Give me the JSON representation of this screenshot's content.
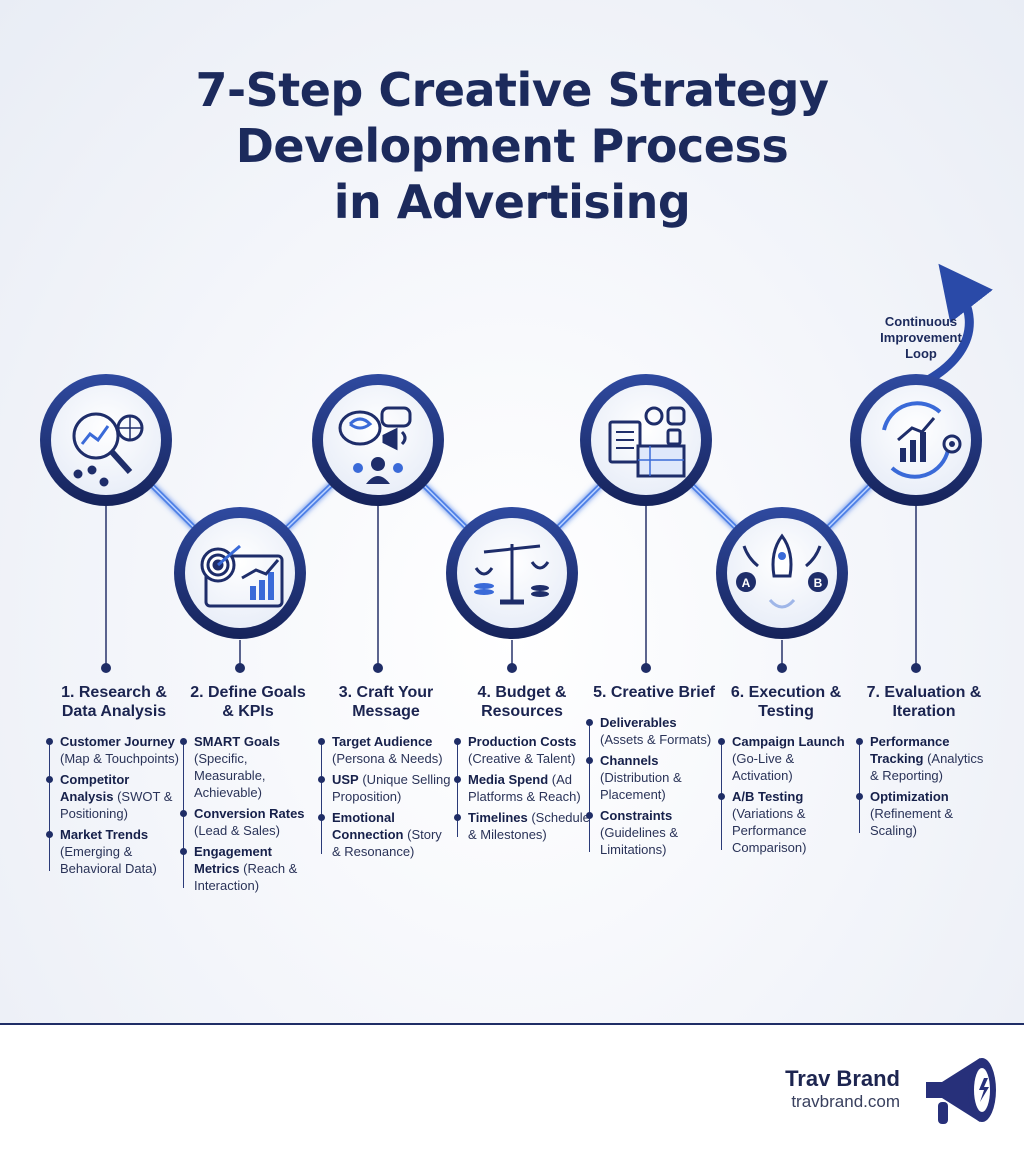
{
  "title": {
    "line1": "7-Step Creative Strategy",
    "line2": "Development Process",
    "line3": "in Advertising"
  },
  "loop_label": "Continuous Improvement Loop",
  "colors": {
    "navy": "#1c2a5c",
    "accent": "#3f6fd8",
    "glow": "#6ea3ff"
  },
  "steps": [
    {
      "title": "1. Research &\nData Analysis",
      "icon": "magnifier-globe-chart-icon",
      "items": [
        {
          "bold": "Customer Journey",
          "rest": " (Map & Touchpoints)"
        },
        {
          "bold": "Competitor Analysis",
          "rest": " (SWOT & Positioning)"
        },
        {
          "bold": "Market Trends",
          "rest": " (Emerging & Behavioral Data)"
        }
      ]
    },
    {
      "title": "2. Define Goals\n& KPIs",
      "icon": "target-dashboard-icon",
      "items": [
        {
          "bold": "SMART Goals",
          "rest": " (Specific, Measurable, Achievable)"
        },
        {
          "bold": "Conversion Rates",
          "rest": " (Lead & Sales)"
        },
        {
          "bold": "Engagement Metrics",
          "rest": " (Reach & Interaction)"
        }
      ]
    },
    {
      "title": "3. Craft Your\nMessage",
      "icon": "brain-megaphone-audience-icon",
      "items": [
        {
          "bold": "Target Audience",
          "rest": " (Persona & Needs)"
        },
        {
          "bold": "USP",
          "rest": " (Unique Selling Proposition)"
        },
        {
          "bold": "Emotional Connection",
          "rest": " (Story & Resonance)"
        }
      ]
    },
    {
      "title": "4. Budget &\nResources",
      "icon": "scale-coins-icon",
      "items": [
        {
          "bold": "Production Costs",
          "rest": " (Creative & Talent)"
        },
        {
          "bold": "Media Spend",
          "rest": " (Ad Platforms & Reach)"
        },
        {
          "bold": "Timelines",
          "rest": " (Schedule & Milestones)"
        }
      ]
    },
    {
      "title": "5. Creative Brief",
      "icon": "brief-blueprint-icon",
      "items": [
        {
          "bold": "Deliverables",
          "rest": " (Assets & Formats)"
        },
        {
          "bold": "Channels",
          "rest": " (Distribution & Placement)"
        },
        {
          "bold": "Constraints",
          "rest": " (Guidelines & Limitations)"
        }
      ]
    },
    {
      "title": "6. Execution &\nTesting",
      "icon": "rocket-ab-test-icon",
      "items": [
        {
          "bold": "Campaign Launch",
          "rest": " (Go-Live & Activation)"
        },
        {
          "bold": "A/B Testing",
          "rest": " (Variations & Performance Comparison)"
        }
      ]
    },
    {
      "title": "7. Evaluation &\nIteration",
      "icon": "cycle-growth-gear-icon",
      "items": [
        {
          "bold": "Performance Tracking",
          "rest": " (Analytics & Reporting)"
        },
        {
          "bold": "Optimization",
          "rest": " (Refinement & Scaling)"
        }
      ]
    }
  ],
  "footer": {
    "brand": "Trav Brand",
    "url": "travbrand.com",
    "logo_icon": "megaphone-icon"
  }
}
